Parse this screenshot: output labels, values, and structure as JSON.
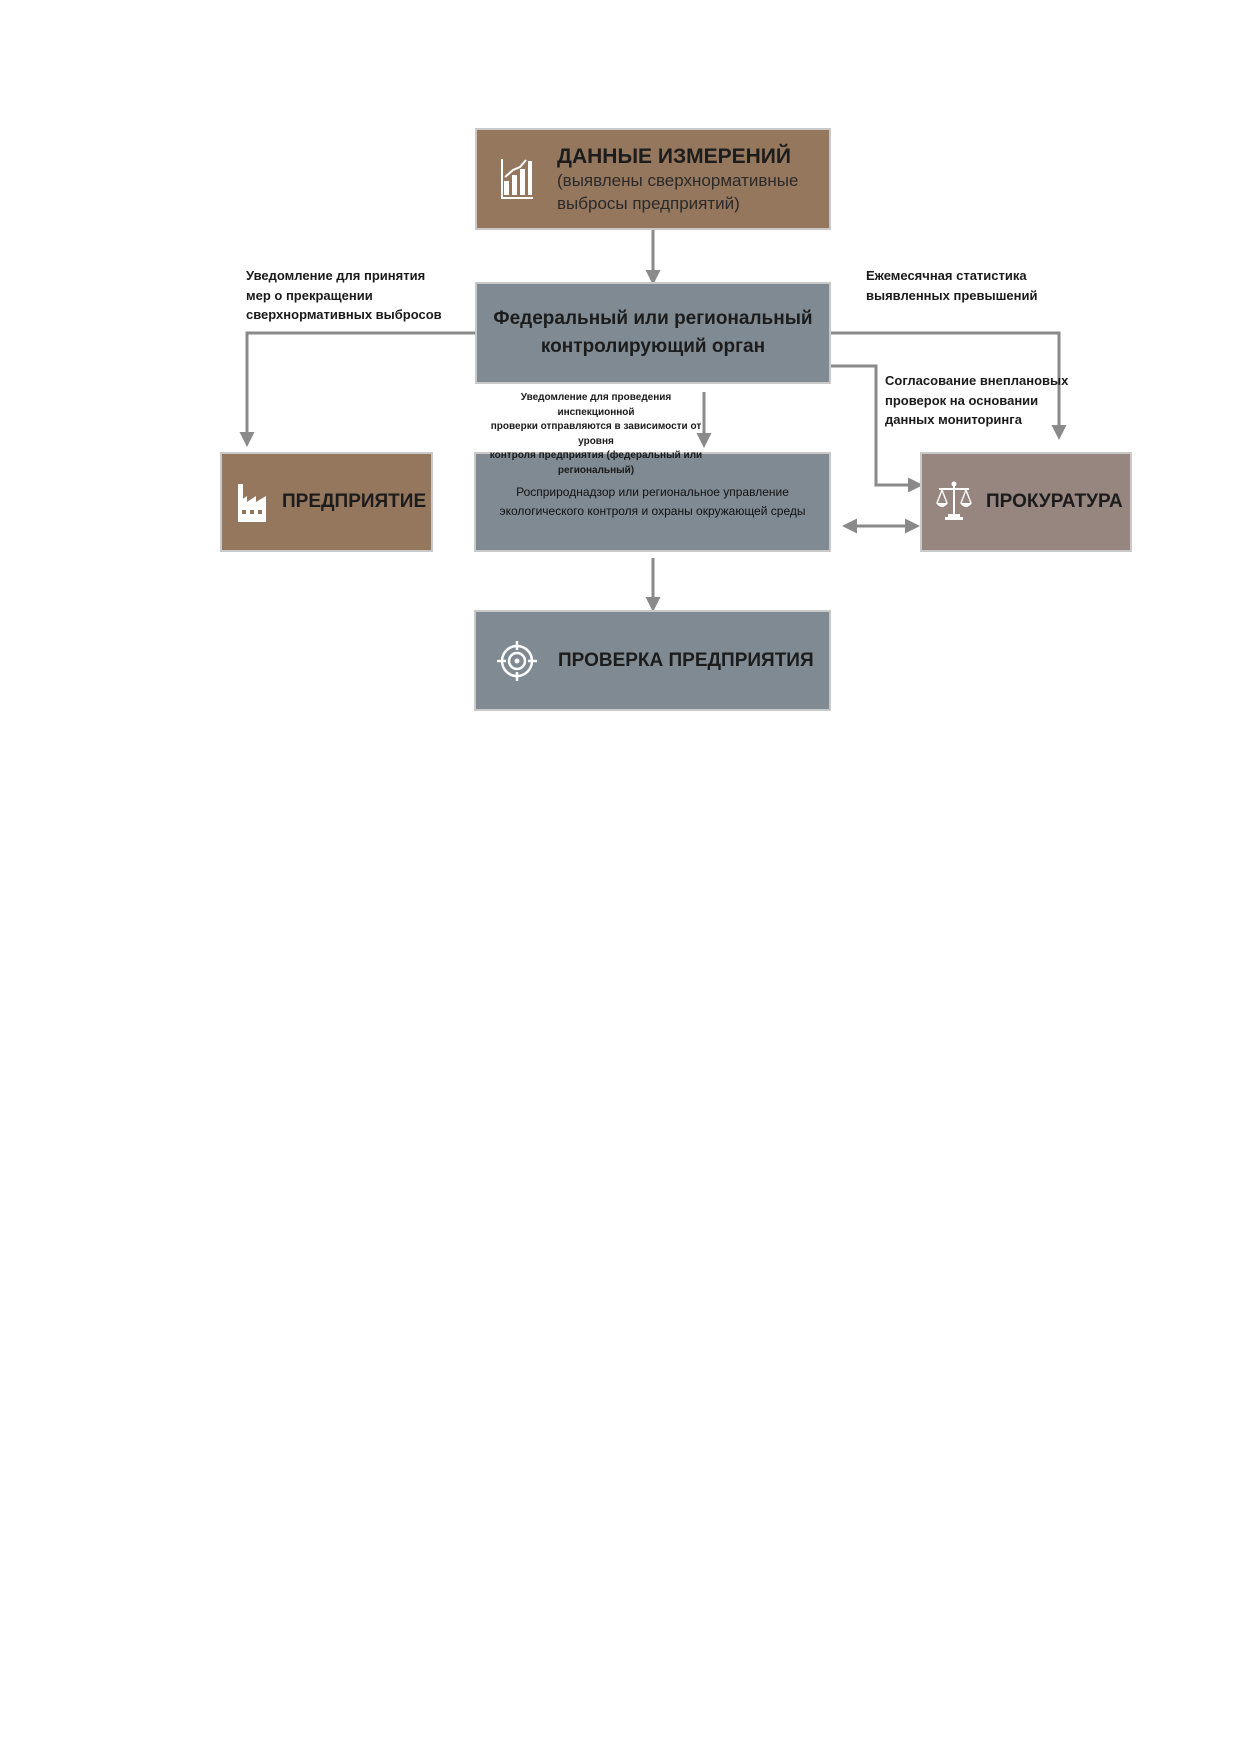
{
  "diagram": {
    "colors": {
      "brown": "#95775e",
      "grey": "#7f8a92",
      "mauve": "#978580",
      "connector": "#8a8a8a",
      "text_dark": "#1c1c1c"
    },
    "nodes": {
      "measurement_data": {
        "title": "ДАННЫЕ ИЗМЕРЕНИЙ",
        "subtitle_line1": "(выявлены сверхнормативные",
        "subtitle_line2": "выбросы предприятий)",
        "icon": "bar-chart-icon"
      },
      "control_body": {
        "line1": "Федеральный или региональный",
        "line2": "контролирующий орган"
      },
      "enterprise": {
        "label": "ПРЕДПРИЯТИЕ",
        "icon": "factory-icon"
      },
      "rosprirodnadzor": {
        "line1": "Росприроднадзор или региональное управление",
        "line2": "экологического контроля и охраны окружающей среды"
      },
      "prosecutor": {
        "label": "ПРОКУРАТУРА",
        "icon": "scales-icon"
      },
      "inspection": {
        "label": "ПРОВЕРКА ПРЕДПРИЯТИЯ",
        "icon": "target-icon"
      }
    },
    "notes": {
      "left_line1": "Уведомление для принятия",
      "left_line2": "мер о прекращении",
      "left_line3": "сверхнормативных выбросов",
      "right_line1": "Ежемесячная статистика",
      "right_line2": "выявленных превышений",
      "mid_line1": "Согласование внеплановых",
      "mid_line2": "проверок на основании",
      "mid_line3": "данных мониторинга",
      "center_line1": "Уведомление для проведения инспекционной",
      "center_line2": "проверки отправляются в зависимости от уровня",
      "center_line3": "контроля предприятия (федеральный или",
      "center_line4": "региональный)"
    }
  }
}
